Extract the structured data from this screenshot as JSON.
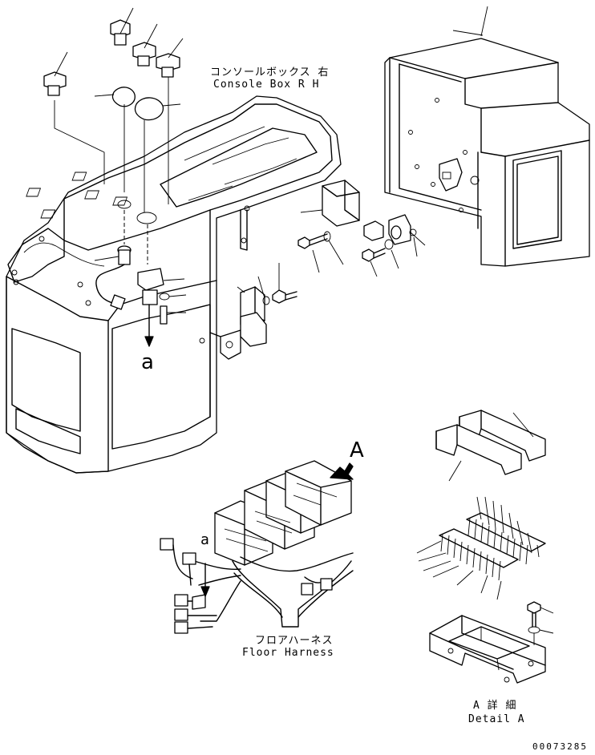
{
  "labels": {
    "console_box_jp": "コンソールボックス 右",
    "console_box_en": "Console Box R H",
    "floor_harness_jp": "フロアハーネス",
    "floor_harness_en": "Floor Harness",
    "detail_jp": "A 詳 細",
    "detail_en": "Detail A",
    "view_letter": "A",
    "ref_a_upper": "a",
    "ref_a_lower": "a",
    "drawing_number": "00073285"
  }
}
